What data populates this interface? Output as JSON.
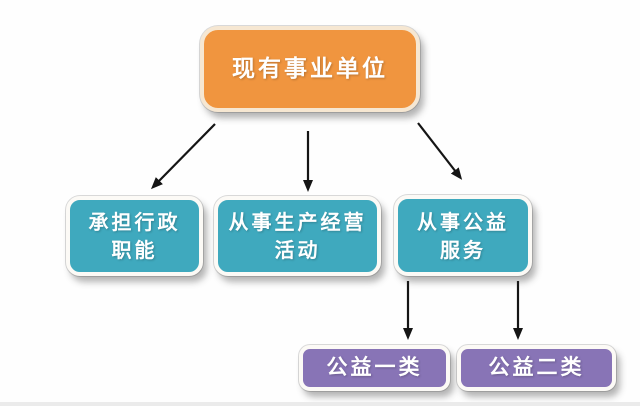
{
  "diagram": {
    "type": "flowchart",
    "root": {
      "label": "现有事业单位"
    },
    "branches": [
      {
        "id": "administrative",
        "label": "承担行政\n职能"
      },
      {
        "id": "production-business",
        "label": "从事生产经营\n活动"
      },
      {
        "id": "public-welfare",
        "label": "从事公益\n服务"
      }
    ],
    "leaves": [
      {
        "id": "welfare-class-1",
        "label": "公益一类"
      },
      {
        "id": "welfare-class-2",
        "label": "公益二类"
      }
    ],
    "edges": [
      {
        "from": "root",
        "to": "administrative"
      },
      {
        "from": "root",
        "to": "production-business"
      },
      {
        "from": "root",
        "to": "public-welfare"
      },
      {
        "from": "public-welfare",
        "to": "welfare-class-1"
      },
      {
        "from": "public-welfare",
        "to": "welfare-class-2"
      }
    ],
    "colors": {
      "root_fill": "#F0953F",
      "branch_fill": "#3FA9BE",
      "leaf_fill": "#8874B6",
      "text": "#FFFFFF",
      "arrow": "#151515"
    }
  }
}
